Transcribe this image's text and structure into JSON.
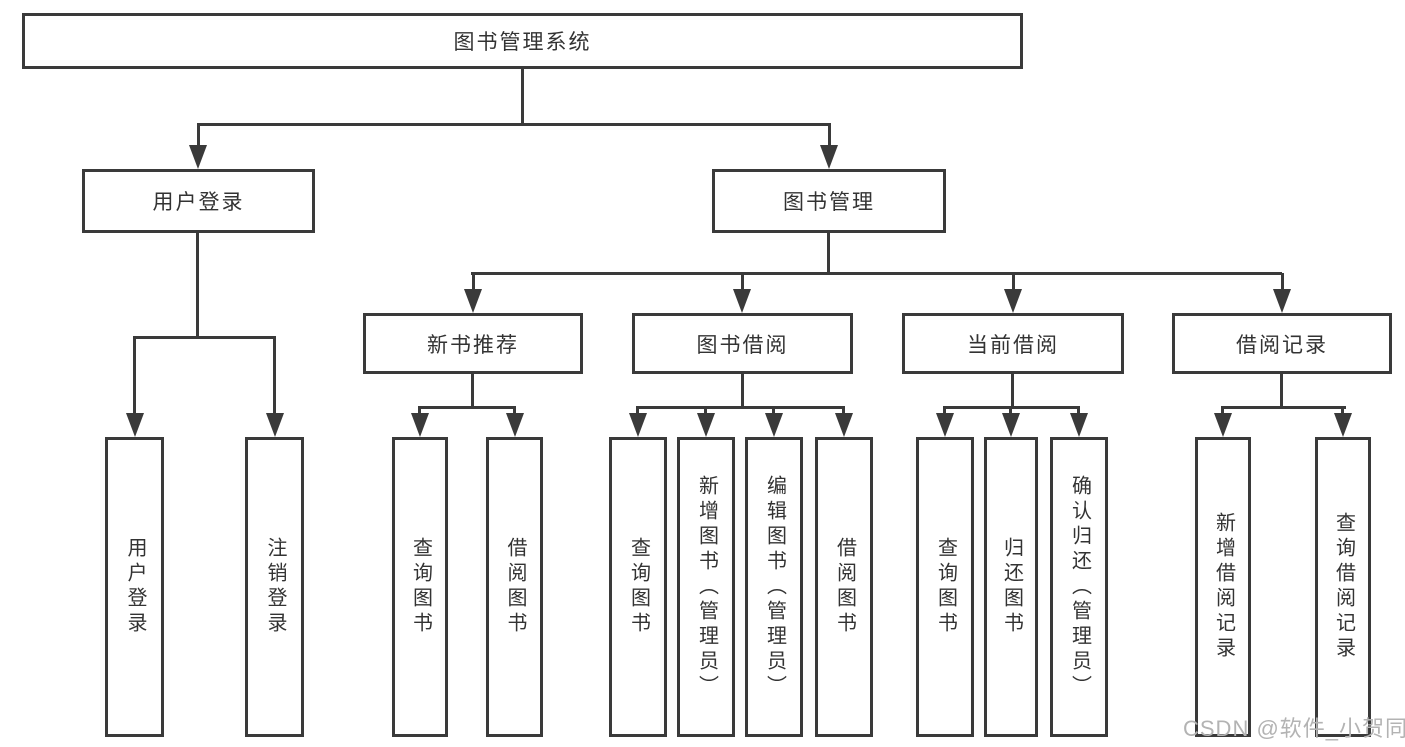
{
  "diagram": {
    "root": {
      "label": "图书管理系统"
    },
    "branches": [
      {
        "label": "用户登录",
        "children": [
          {
            "label": "用户登录"
          },
          {
            "label": "注销登录"
          }
        ]
      },
      {
        "label": "图书管理",
        "groups": [
          {
            "label": "新书推荐",
            "children": [
              {
                "label": "查询图书"
              },
              {
                "label": "借阅图书"
              }
            ]
          },
          {
            "label": "图书借阅",
            "children": [
              {
                "label": "查询图书"
              },
              {
                "label": "新增图书（管理员）"
              },
              {
                "label": "编辑图书（管理员）"
              },
              {
                "label": "借阅图书"
              }
            ]
          },
          {
            "label": "当前借阅",
            "children": [
              {
                "label": "查询图书"
              },
              {
                "label": "归还图书"
              },
              {
                "label": "确认归还（管理员）"
              }
            ]
          },
          {
            "label": "借阅记录",
            "children": [
              {
                "label": "新增借阅记录"
              },
              {
                "label": "查询借阅记录"
              }
            ]
          }
        ]
      }
    ]
  },
  "watermark": {
    "text": "CSDN @软件_小贺同学"
  },
  "colors": {
    "line": "#3a3a3a",
    "text": "#333333",
    "watermark": "#b3b3b3",
    "background": "#ffffff"
  }
}
